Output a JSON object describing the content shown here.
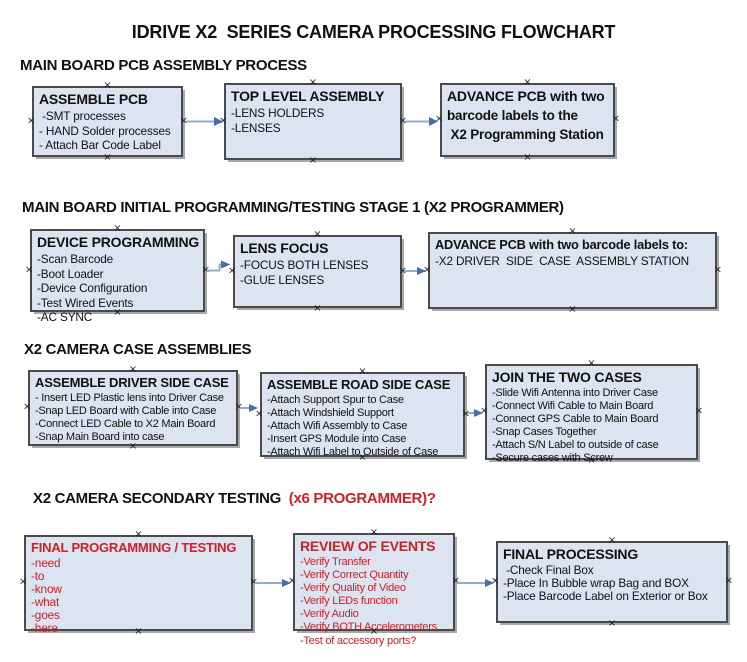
{
  "title": "IDRIVE X2  SERIES CAMERA PROCESSING FLOWCHART",
  "icons": {
    "connection_mark": "×"
  },
  "colors": {
    "box_fill": "#dbe4f0",
    "box_border": "#4a4a4a",
    "box_shadow": "#a8a8a8",
    "arrow_line": "#93accd",
    "arrow_head": "#4170ae",
    "red_text": "#cd2128",
    "ink": "#111111"
  },
  "sections": {
    "pcb_assembly": {
      "heading": "MAIN BOARD PCB ASSEMBLY PROCESS"
    },
    "initial_programming": {
      "heading": "MAIN BOARD INITIAL PROGRAMMING/TESTING STAGE 1 (X2 PROGRAMMER)"
    },
    "case_assemblies": {
      "heading": "X2 CAMERA CASE ASSEMBLIES"
    },
    "secondary_testing": {
      "heading_black": "X2 CAMERA SECONDARY TESTING  ",
      "heading_red": "(x6 PROGRAMMER)?"
    }
  },
  "boxes": {
    "assemble_pcb": {
      "title": "ASSEMBLE PCB",
      "lines": [
        " -SMT processes",
        "- HAND Solder processes",
        "- Attach Bar Code Label"
      ]
    },
    "top_level_assembly": {
      "title": "TOP LEVEL ASSEMBLY",
      "lines": [
        "-LENS HOLDERS",
        "-LENSES"
      ]
    },
    "advance_to_programming_station": {
      "title": "ADVANCE PCB with two",
      "lines": [
        "barcode labels to the",
        " X2 Programming Station"
      ]
    },
    "device_programming": {
      "title": "DEVICE PROGRAMMING",
      "lines": [
        "-Scan Barcode",
        "-Boot Loader",
        "-Device Configuration",
        "-Test Wired Events",
        "-AC SYNC"
      ]
    },
    "lens_focus": {
      "title": "LENS FOCUS",
      "lines": [
        "-FOCUS BOTH LENSES",
        "-GLUE LENSES"
      ]
    },
    "advance_to_driver_station": {
      "title": "ADVANCE PCB with two barcode labels to:",
      "lines": [
        "-X2 DRIVER  SIDE  CASE  ASSEMBLY STATION"
      ]
    },
    "assemble_driver_side_case": {
      "title": "ASSEMBLE DRIVER SIDE CASE",
      "lines": [
        "- Insert LED Plastic lens into Driver Case",
        "-Snap LED Board with Cable into Case",
        "-Connect LED Cable to X2 Main Board",
        "-Snap Main Board into case"
      ]
    },
    "assemble_road_side_case": {
      "title": "ASSEMBLE ROAD SIDE CASE",
      "lines": [
        "-Attach Support Spur to Case",
        "-Attach Windshield Support",
        "-Attach Wifi Assembly to Case",
        "-Insert GPS Module into Case",
        "-Attach Wifi Label to Outside of Case"
      ]
    },
    "join_the_two_cases": {
      "title": "JOIN THE TWO CASES",
      "lines": [
        "-Slide Wifi Antenna into Driver Case",
        "-Connect Wifi Cable to Main Board",
        "-Connect GPS Cable to Main Board",
        "-Snap Cases Together",
        "-Attach S/N Label to outside of case",
        "-Secure cases with Screw"
      ]
    },
    "final_programming_testing": {
      "title": "FINAL PROGRAMMING / TESTING",
      "lines": [
        "-need",
        "-to",
        "-know",
        "-what",
        "-goes",
        "-here"
      ]
    },
    "review_of_events": {
      "title": "REVIEW OF EVENTS",
      "lines": [
        "-Verify Transfer",
        "-Verify Correct Quantity",
        "-Verify Quality of Video",
        "-Verify LEDs function",
        "-Verify Audio",
        "-Verify BOTH Accelerometers",
        "-Test of accessory ports?"
      ]
    },
    "final_processing": {
      "title": "FINAL PROCESSING",
      "lines": [
        " -Check Final Box",
        "-Place In Bubble wrap Bag and BOX",
        "-Place Barcode Label on Exterior or Box"
      ]
    }
  }
}
